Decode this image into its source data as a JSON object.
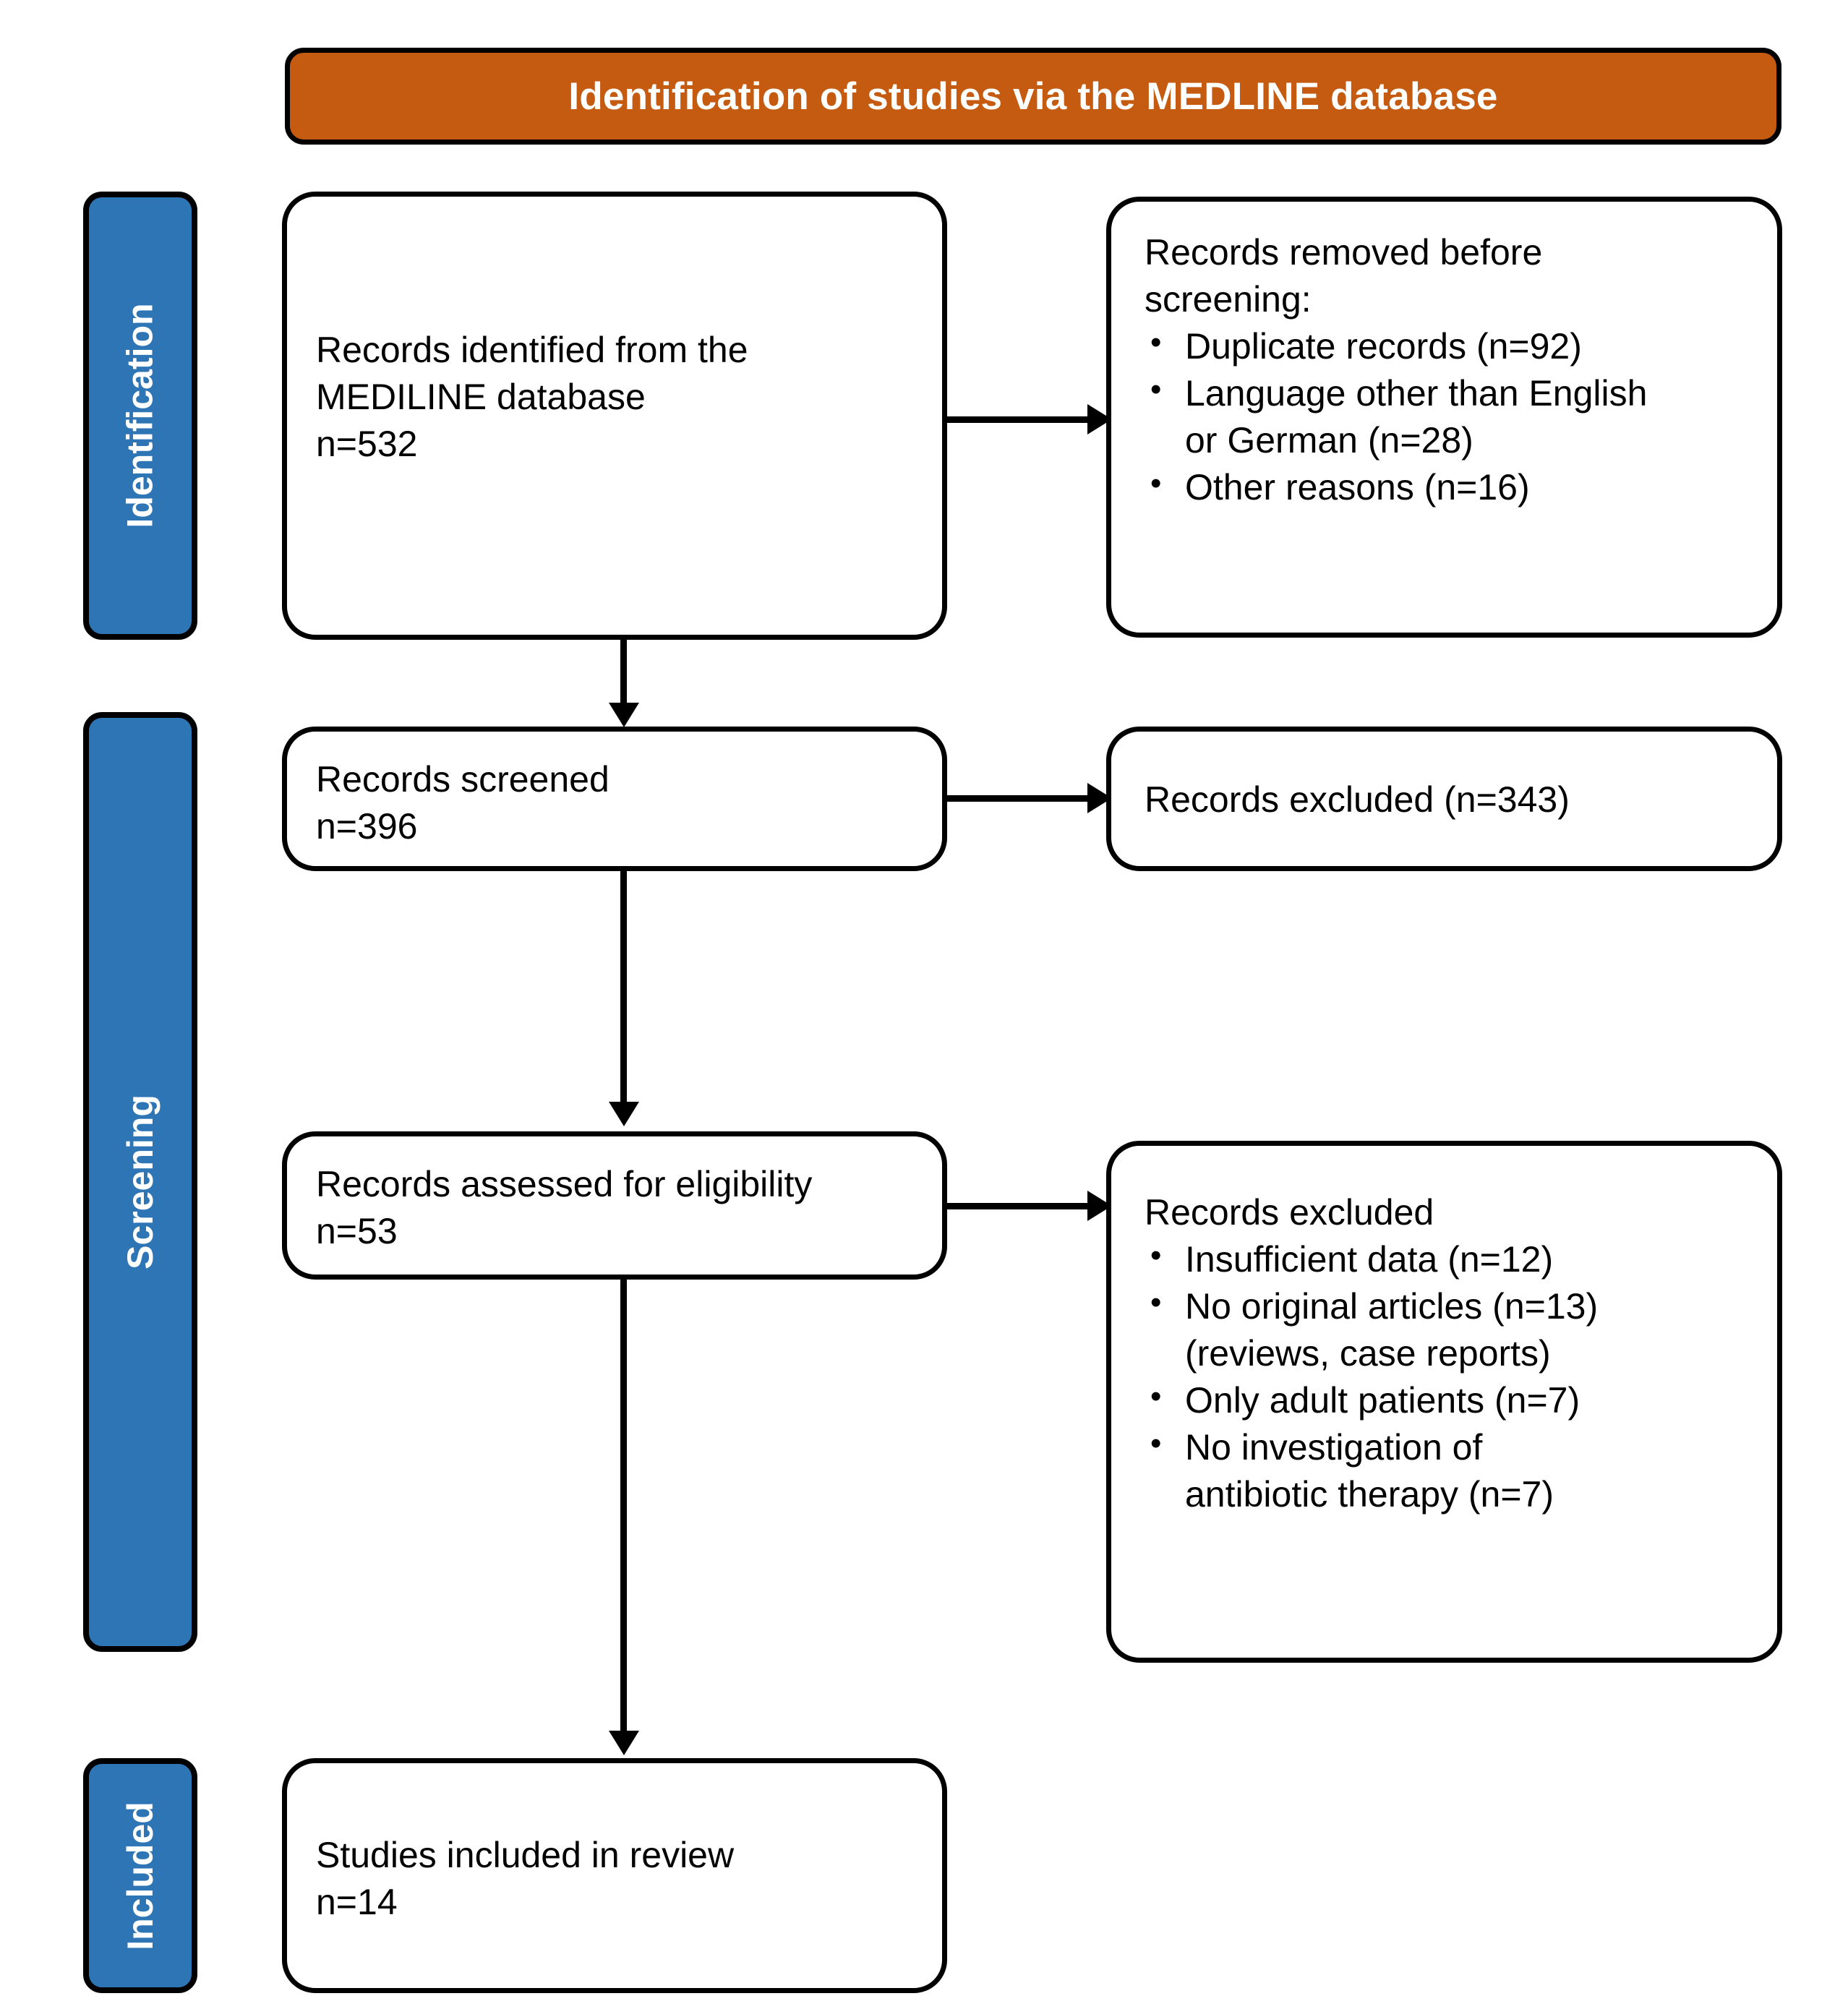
{
  "diagram": {
    "title": "Identification of studies via the MEDLINE database",
    "colors": {
      "banner_fill": "#C55A11",
      "stagebar_fill": "#2E75B6",
      "border": "#000000",
      "box_fill": "#FFFFFF",
      "text": "#000000",
      "banner_text": "#FFFFFF"
    },
    "stages": [
      {
        "label": "Identification"
      },
      {
        "label": "Screening"
      },
      {
        "label": "Included"
      }
    ],
    "boxes": {
      "records_identified": {
        "lines": [
          "Records identified from the",
          "MEDILINE database",
          "n=532"
        ]
      },
      "records_removed": {
        "heading": [
          "Records removed before",
          "screening:"
        ],
        "bullets": [
          {
            "text": "Duplicate records (n=92)",
            "cont": ""
          },
          {
            "text": "Language other than English",
            "cont": "or German (n=28)"
          },
          {
            "text": "Other reasons (n=16)",
            "cont": ""
          }
        ]
      },
      "records_screened": {
        "lines": [
          "Records screened",
          "n=396"
        ]
      },
      "records_excluded_screening": {
        "lines": [
          "Records excluded (n=343)"
        ]
      },
      "records_assessed": {
        "lines": [
          "Records assessed for eligibility",
          "n=53"
        ]
      },
      "records_excluded_eligibility": {
        "heading": [
          "Records excluded"
        ],
        "bullets": [
          {
            "text": "Insufficient data (n=12)",
            "cont": ""
          },
          {
            "text": "No original articles (n=13)",
            "cont": "(reviews, case reports)"
          },
          {
            "text": "Only adult patients (n=7)",
            "cont": ""
          },
          {
            "text": "No investigation of",
            "cont": "antibiotic therapy (n=7)"
          }
        ]
      },
      "studies_included": {
        "lines": [
          "Studies included in review",
          "n=14"
        ]
      }
    },
    "counts": {
      "identified": 532,
      "duplicates_removed": 92,
      "language_removed": 28,
      "other_removed": 16,
      "screened": 396,
      "excluded_at_screening": 343,
      "assessed_for_eligibility": 53,
      "excluded_insufficient_data": 12,
      "excluded_no_original_articles": 13,
      "excluded_only_adult_patients": 7,
      "excluded_no_antibiotic_investigation": 7,
      "included_in_review": 14
    }
  }
}
